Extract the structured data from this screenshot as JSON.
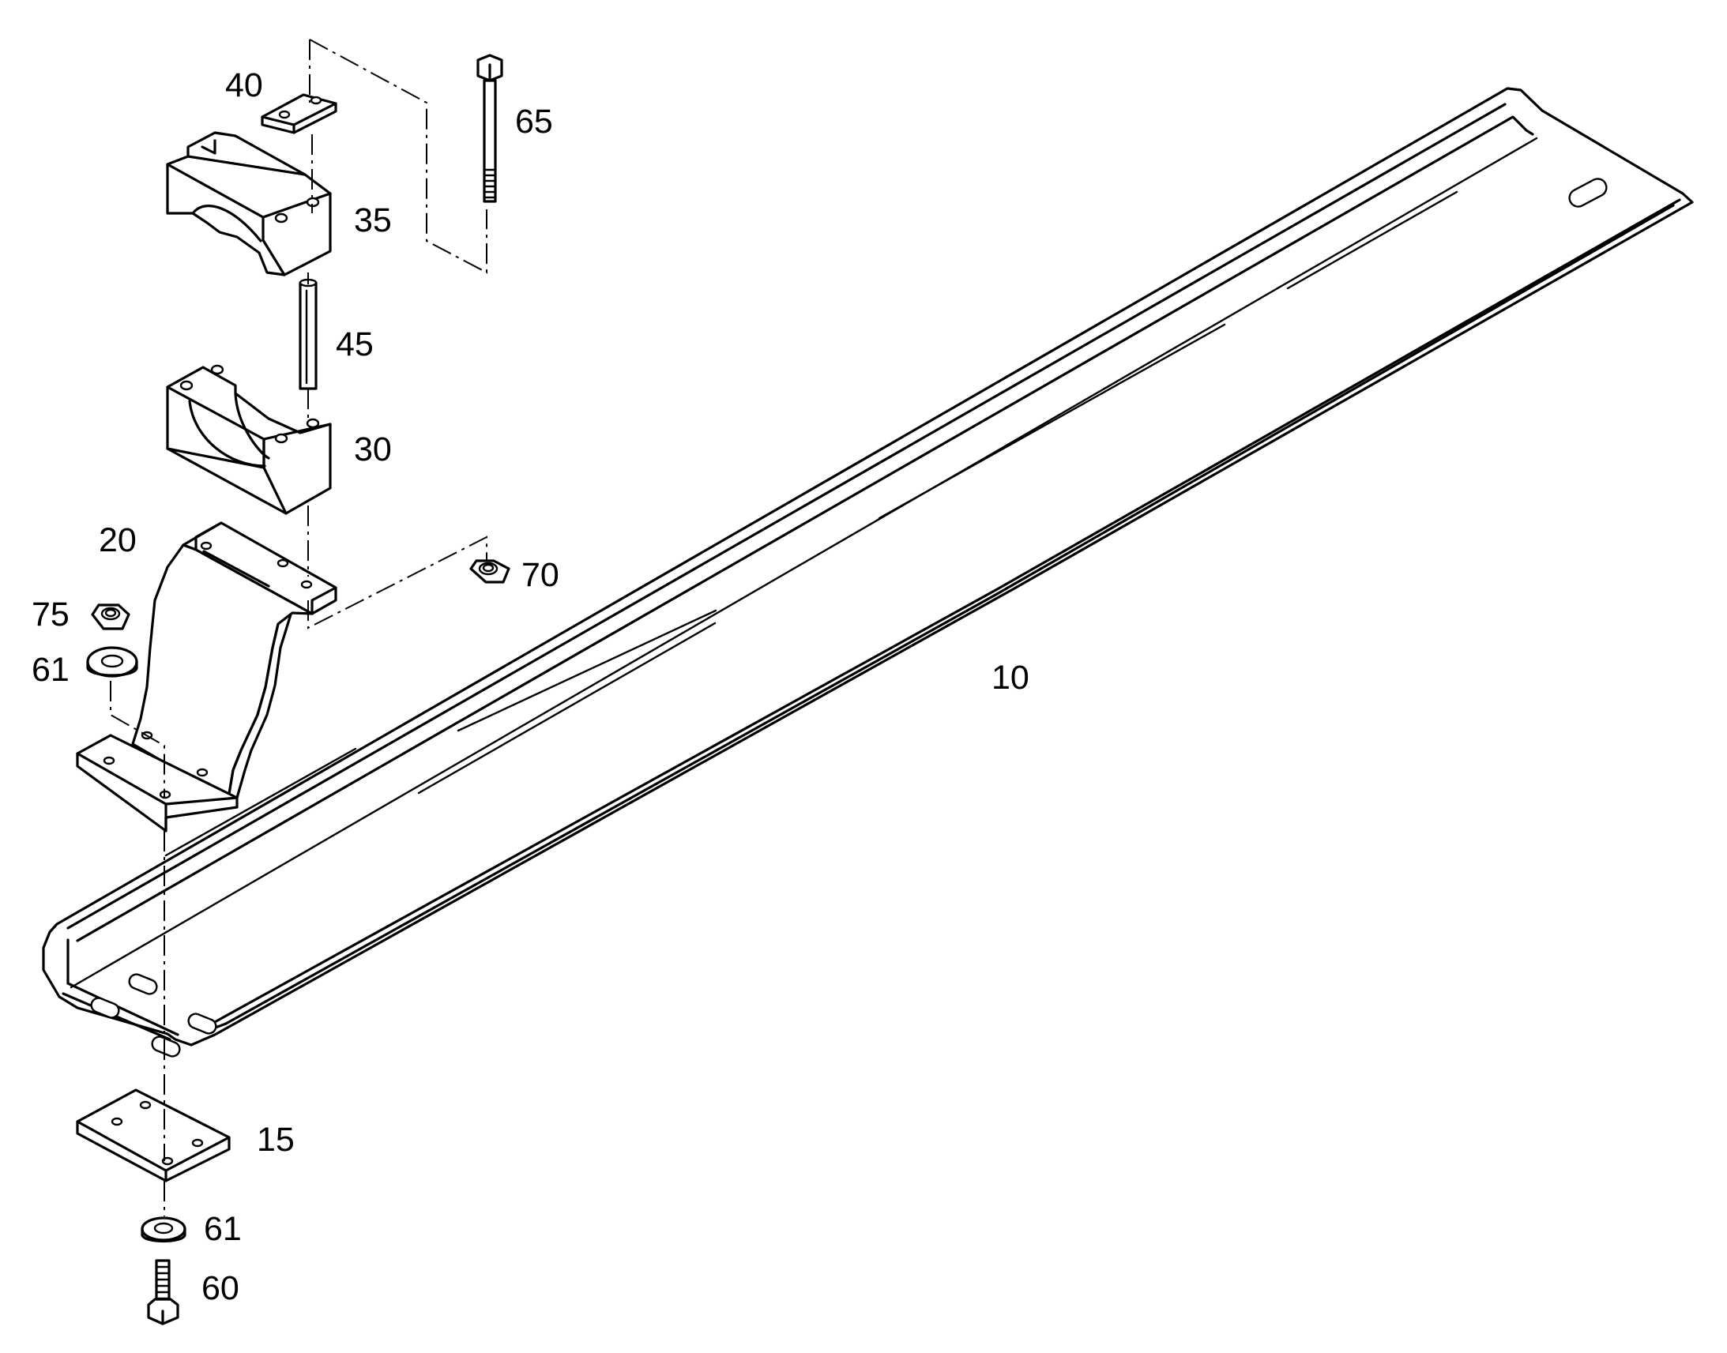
{
  "labels": {
    "p10": "10",
    "p15": "15",
    "p20": "20",
    "p30": "30",
    "p35": "35",
    "p40": "40",
    "p45": "45",
    "p60": "60",
    "p61_top": "61",
    "p61_bottom": "61",
    "p65": "65",
    "p70": "70",
    "p75": "75"
  }
}
